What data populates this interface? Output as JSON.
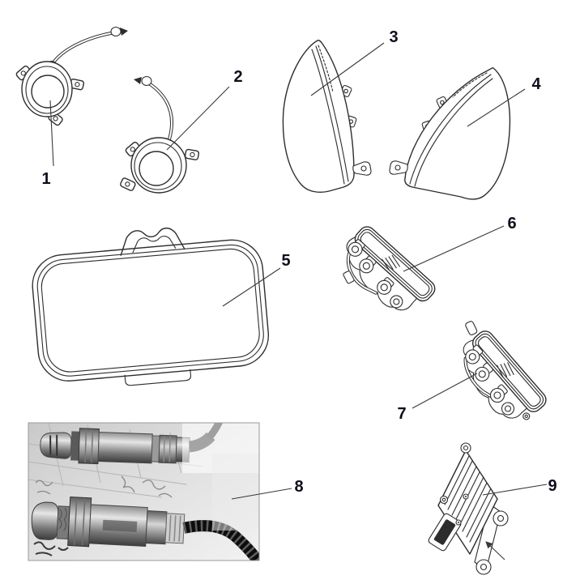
{
  "diagram": {
    "background_color": "#ffffff",
    "line_color": "#2d2d2d",
    "label_color": "#0e0e1c",
    "parts": [
      {
        "label": "1",
        "icon": "fog-lamp-with-harness-icon"
      },
      {
        "label": "2",
        "icon": "fog-lamp-with-harness-icon"
      },
      {
        "label": "3",
        "icon": "headlamp-lens-left-icon"
      },
      {
        "label": "4",
        "icon": "headlamp-lens-right-icon"
      },
      {
        "label": "5",
        "icon": "lamp-lens-cover-icon"
      },
      {
        "label": "6",
        "icon": "tail-lamp-assembly-icon"
      },
      {
        "label": "7",
        "icon": "tail-lamp-assembly-icon"
      },
      {
        "label": "8",
        "icon": "oxygen-sensors-photo"
      },
      {
        "label": "9",
        "icon": "engine-control-module-icon"
      }
    ]
  }
}
